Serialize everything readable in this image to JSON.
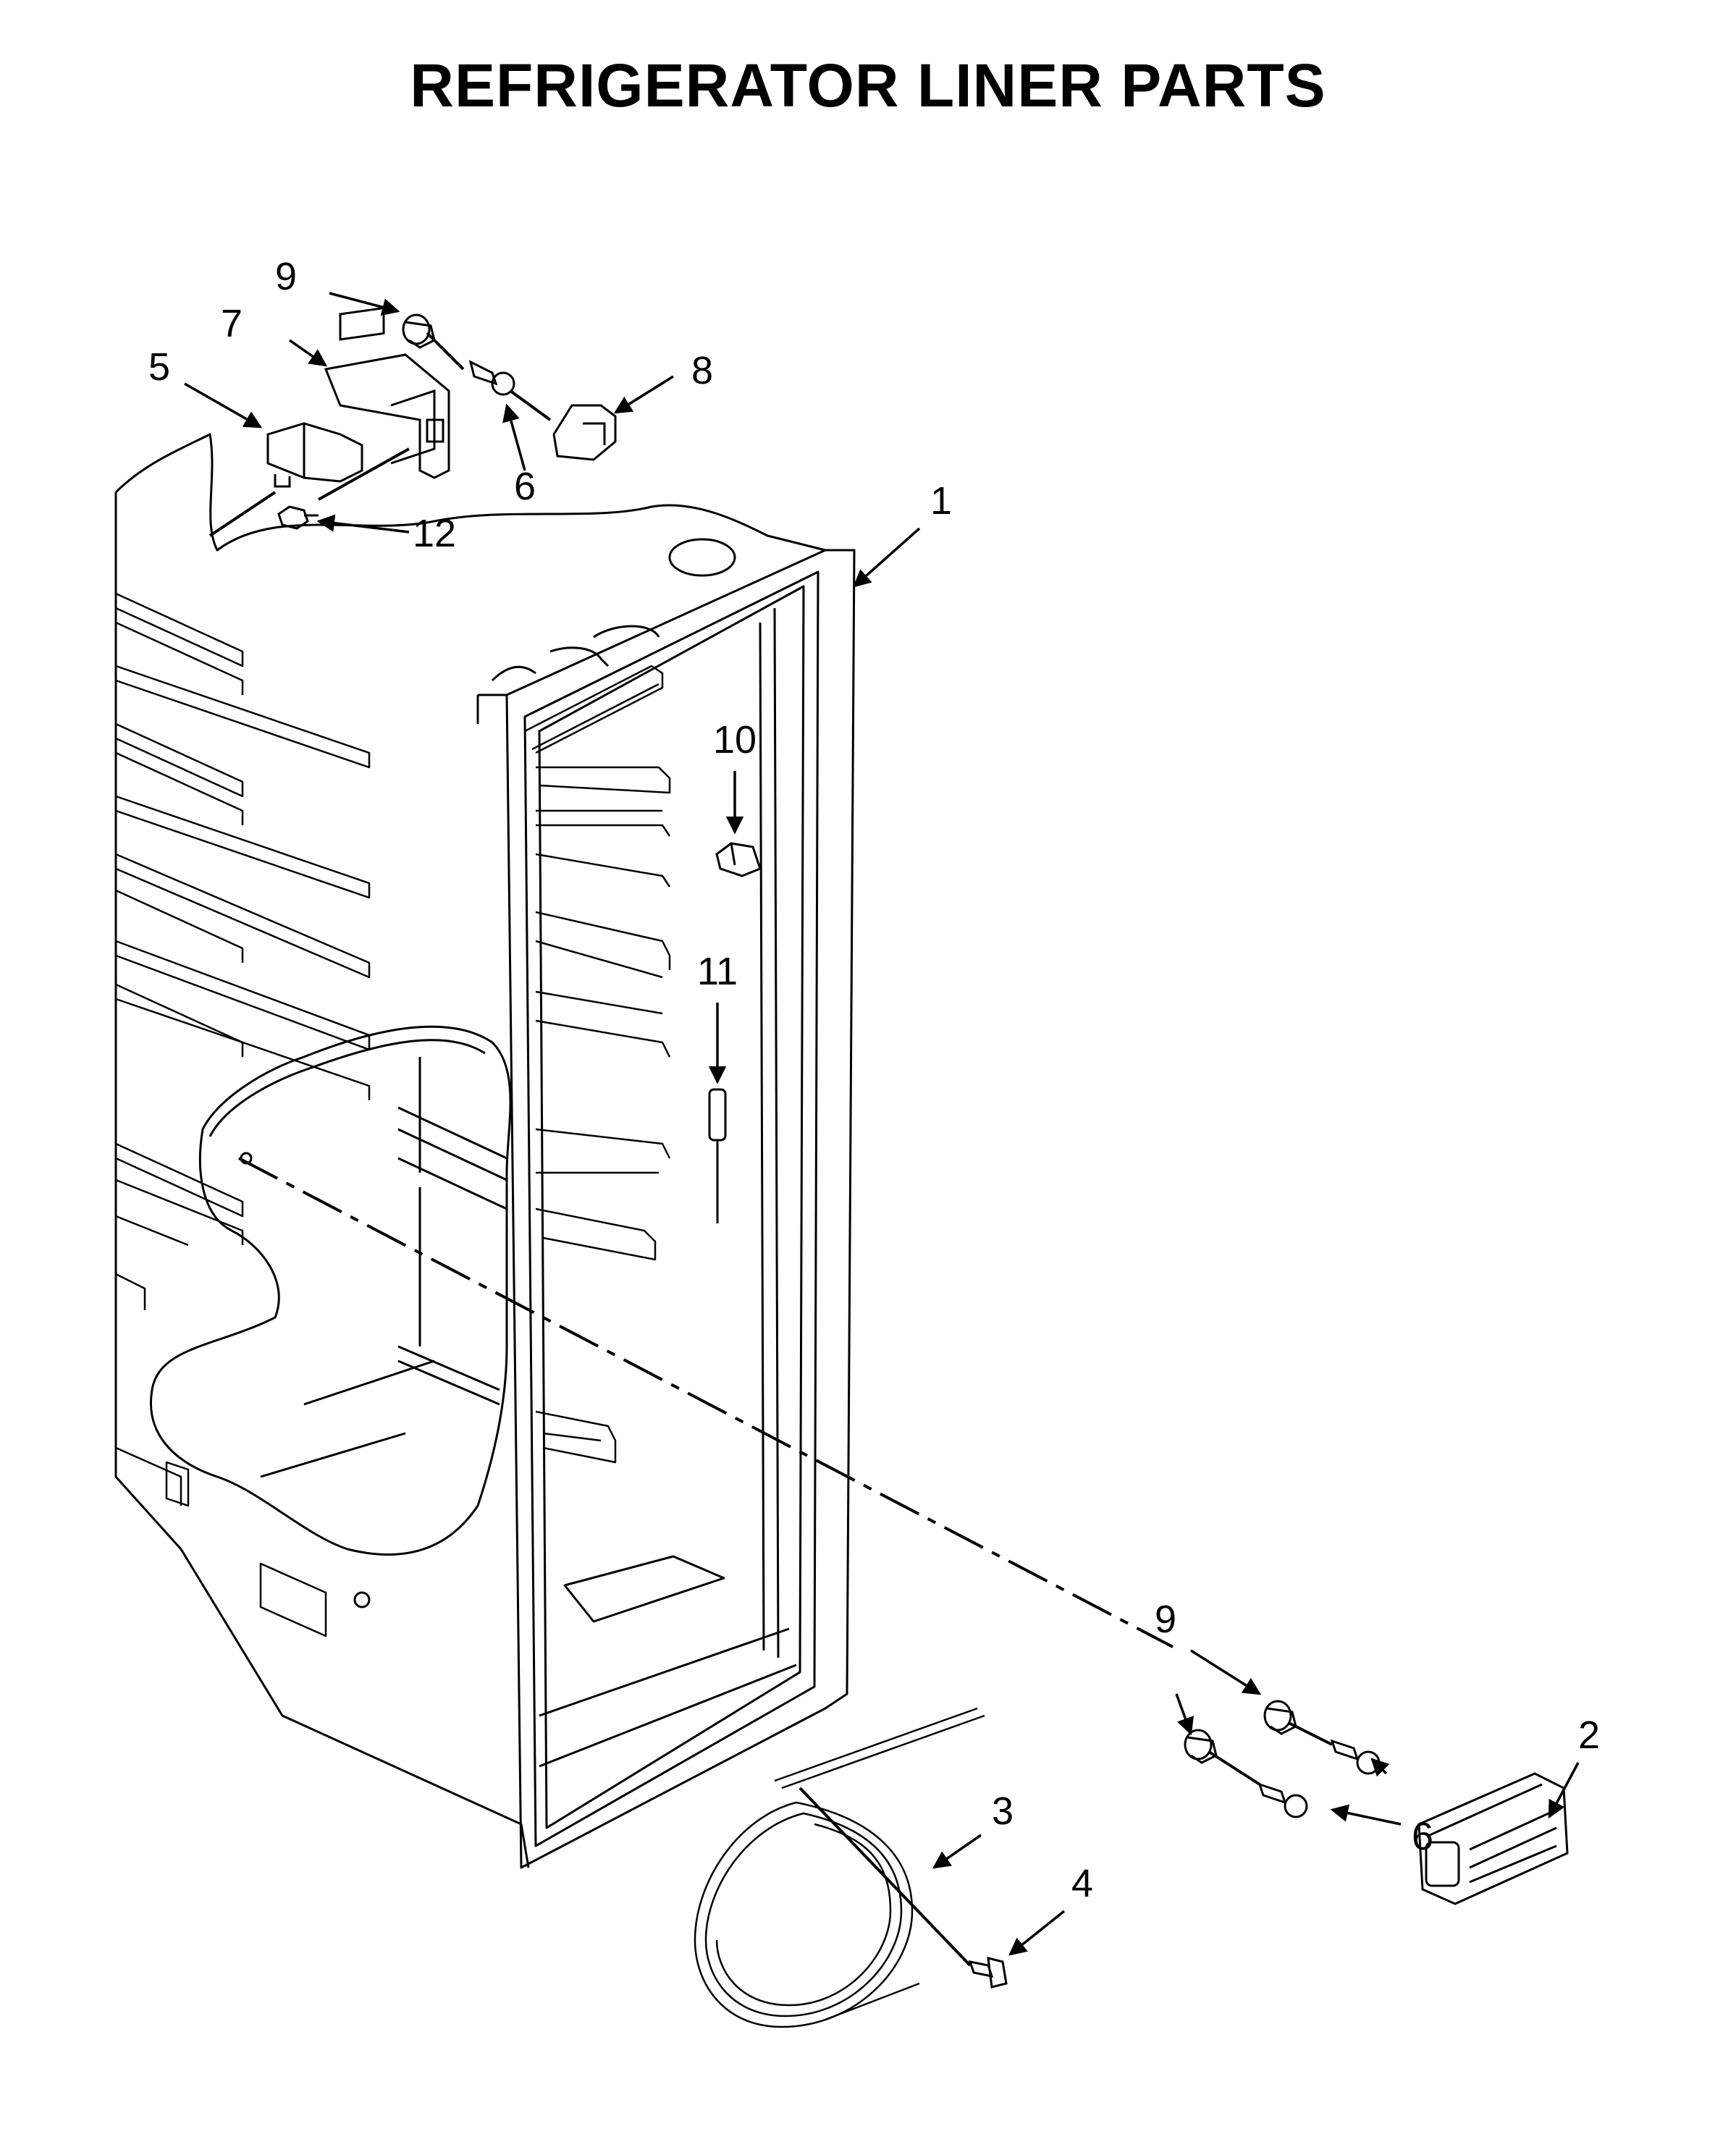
{
  "title": "REFRIGERATOR LINER PARTS",
  "callouts": [
    {
      "id": "c9a",
      "label": "9"
    },
    {
      "id": "c7",
      "label": "7"
    },
    {
      "id": "c5",
      "label": "5"
    },
    {
      "id": "c8",
      "label": "8"
    },
    {
      "id": "c6a",
      "label": "6"
    },
    {
      "id": "c12",
      "label": "12"
    },
    {
      "id": "c1",
      "label": "1"
    },
    {
      "id": "c10",
      "label": "10"
    },
    {
      "id": "c11",
      "label": "11"
    },
    {
      "id": "c9b",
      "label": "9"
    },
    {
      "id": "c2",
      "label": "2"
    },
    {
      "id": "c3",
      "label": "3"
    },
    {
      "id": "c6b",
      "label": "6"
    },
    {
      "id": "c4",
      "label": "4"
    }
  ]
}
